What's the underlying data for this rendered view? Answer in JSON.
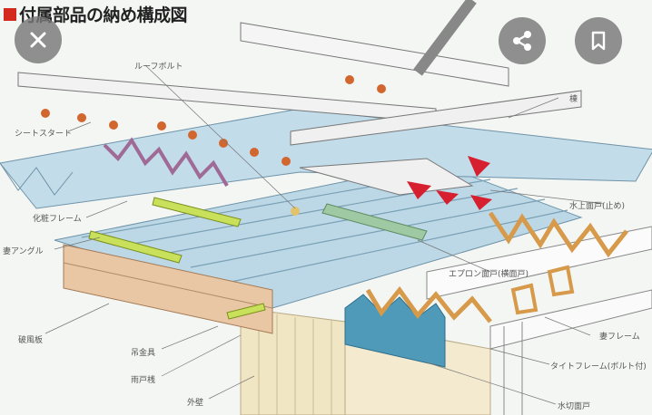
{
  "diagram": {
    "title": "付属部品の納め構成図",
    "title_marker_color": "#d42a1e",
    "labels": {
      "roof_bolt": "ルーフボルト",
      "sheet_start": "シートスタート",
      "decor_frame": "化粧フレーム",
      "gable_angle": "妻アングル",
      "barge_board": "破風板",
      "hanger": "吊金具",
      "shutter_rail": "雨戸桟",
      "exterior_wall": "外壁",
      "ridge": "棟",
      "upper_closure": "水上面戸(止め)",
      "apron_closure": "エプロン面戸(横面戸)",
      "gable_frame": "妻フレーム",
      "tight_frame": "タイトフレーム(ボルト付)",
      "flashing_closure": "水切面戸"
    }
  },
  "overlay": {
    "close_icon": "close-icon",
    "share_icon": "share-icon",
    "bookmark_icon": "bookmark-icon"
  }
}
